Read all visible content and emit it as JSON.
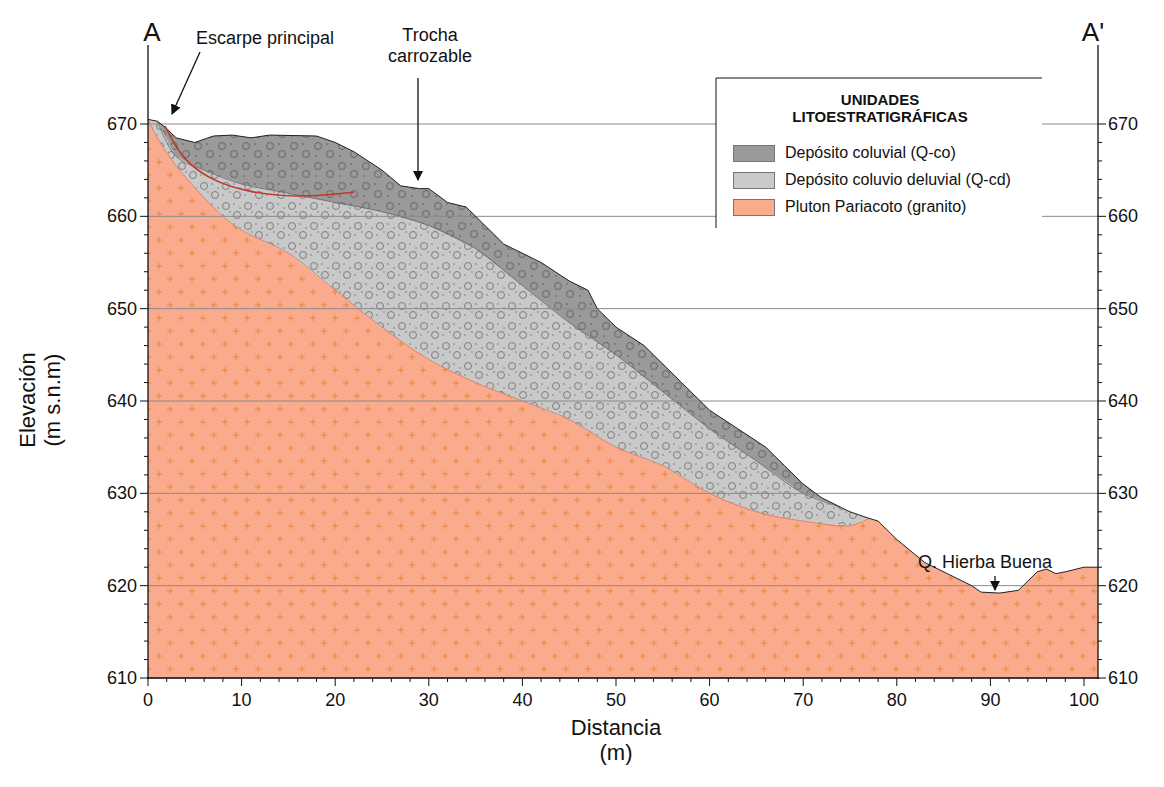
{
  "diagram": {
    "labels": [
      "A",
      "A'",
      "Escarpe principal",
      "Trocha carrozable",
      "Q. Hierba Buena",
      "UNIDADES LITOESTRATIGRÁFICAS",
      "Elevación (m s.n.m)",
      "Distancia (m)",
      "670",
      "660",
      "650",
      "640",
      "630",
      "620",
      "610",
      "670",
      "660",
      "650",
      "640",
      "630",
      "620",
      "610",
      "0",
      "10",
      "20",
      "30",
      "40",
      "50",
      "60",
      "70",
      "80",
      "90",
      "100"
    ],
    "legend": [
      {
        "text": "Depósito coluvial (Q-co)",
        "color": "#9a9a9a"
      },
      {
        "text": "Depósito coluvio deluvial (Q-cd)",
        "color": "#c9c9c9"
      },
      {
        "text": "Pluton Pariacoto (granito)",
        "color": "#fbab8d"
      }
    ]
  }
}
